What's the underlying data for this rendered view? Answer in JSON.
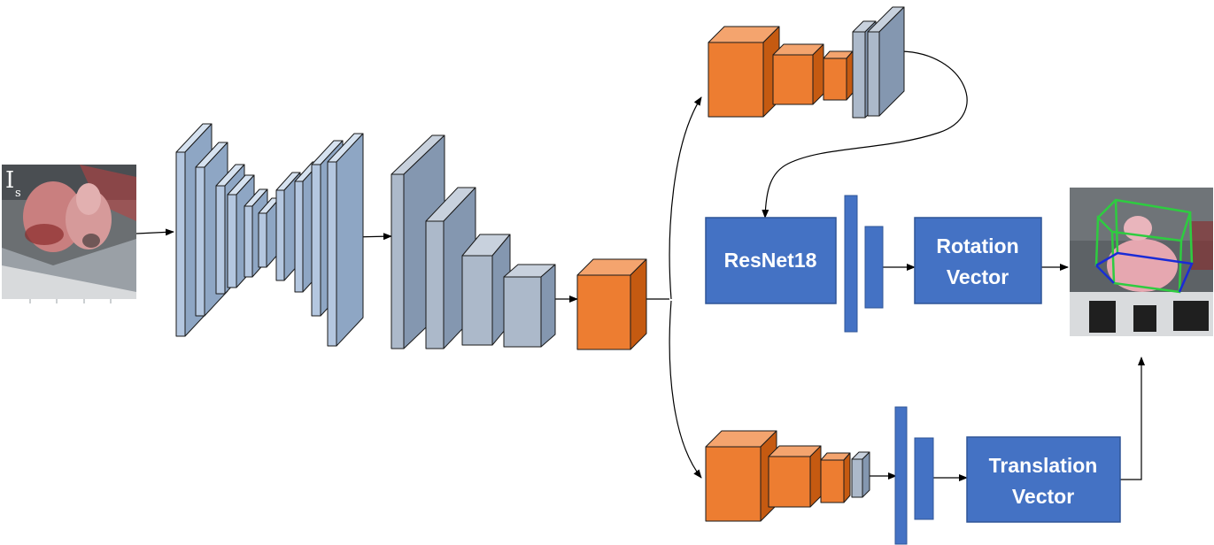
{
  "input_image": {
    "symbol": "I",
    "subscript": "s"
  },
  "blocks": {
    "resnet": "ResNet18",
    "rotation": [
      "Rotation",
      "Vector"
    ],
    "translation": [
      "Translation",
      "Vector"
    ]
  },
  "colors": {
    "box_blue": "#4472c4",
    "box_border": "#2f5597",
    "orange_front": "#ed7d31",
    "orange_top": "#f4a46e",
    "orange_side": "#c55a11",
    "unet_front": "#b4c7e0",
    "unet_top": "#d6e2f0",
    "unet_side": "#8ea6c4",
    "gray_front": "#acb9ca",
    "gray_top": "#c8d1dd",
    "gray_side": "#8497b0",
    "arrow": "#000000",
    "bbox_green": "#2ecc40",
    "bbox_blue": "#1a2bd6"
  }
}
